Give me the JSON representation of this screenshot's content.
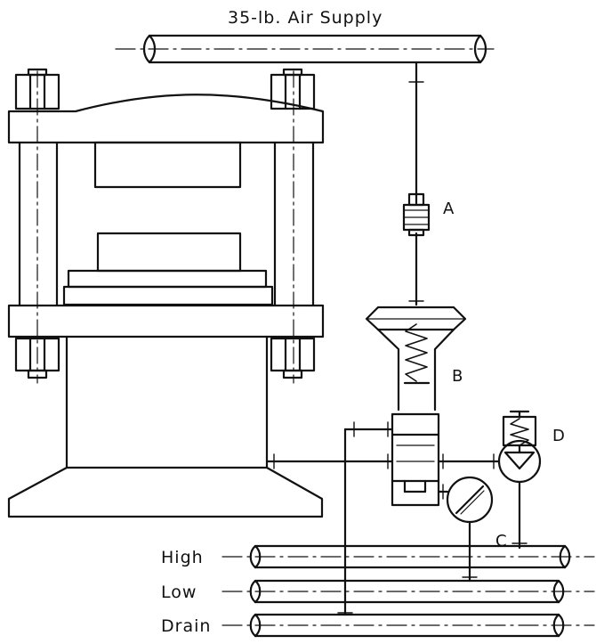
{
  "title": "35-lb. Air Supply",
  "labels": {
    "a": "A",
    "b": "B",
    "c": "C",
    "d": "D"
  },
  "lines": {
    "high": "High",
    "low": "Low",
    "drain": "Drain"
  },
  "colors": {
    "ink": "#111111",
    "paper": "#ffffff"
  }
}
